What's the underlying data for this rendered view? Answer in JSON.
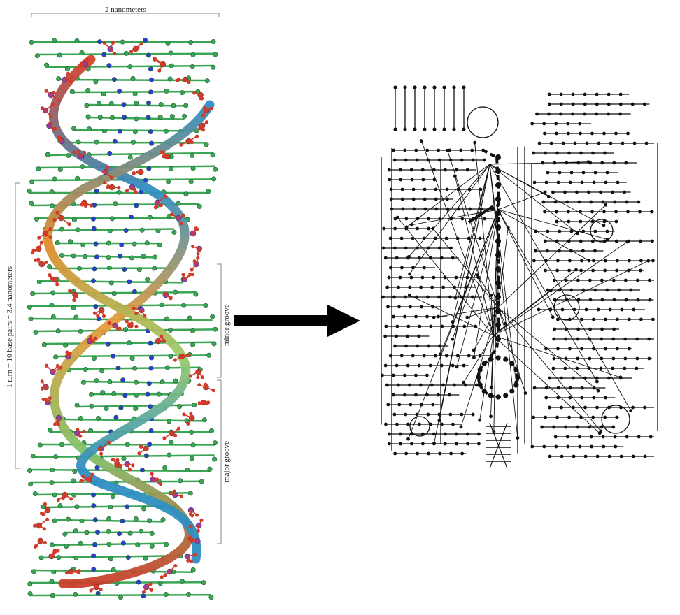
{
  "labels": {
    "width": "2 nanometers",
    "turn": "1 turn = 10 base pairs = 3.4 nanometers",
    "minor_groove": "minor groove",
    "major_groove": "major groove"
  },
  "colors": {
    "atom_green": "#3aa655",
    "atom_red": "#d23a2a",
    "atom_blue": "#2a3fd0",
    "atom_purple": "#8a3fb8",
    "ribbon_warm": "#e07a2a",
    "ribbon_cool": "#2f8fc2",
    "network_line": "#111111"
  },
  "icons": {
    "arrow": "right-arrow-icon"
  }
}
